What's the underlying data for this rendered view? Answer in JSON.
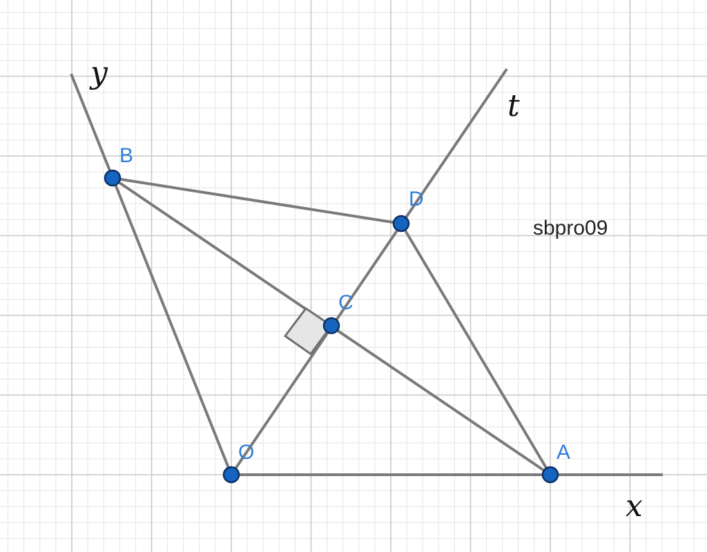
{
  "ray_labels": {
    "x": "x",
    "y": "y",
    "t": "t"
  },
  "point_labels": {
    "O": "O",
    "A": "A",
    "B": "B",
    "C": "C",
    "D": "D"
  },
  "watermark": "sbpro09",
  "colors": {
    "point_fill": "#1565c0",
    "point_label": "#2f7ed8",
    "line": "#7a7a7a",
    "grid_major": "#c8c8c8",
    "grid_minor": "#e4e4e4",
    "right_angle_fill": "#e6e6e6"
  }
}
